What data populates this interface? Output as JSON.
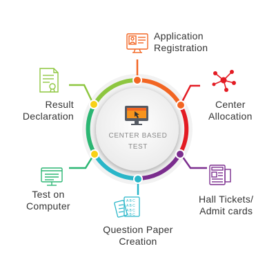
{
  "center": {
    "title_line1": "CENTER BASED",
    "title_line2": "TEST",
    "icon": "monitor-cursor-icon"
  },
  "steps": [
    {
      "id": "application",
      "line1": "Application",
      "line2": "Registration",
      "icon": "registration-form-icon",
      "color": "#f26522"
    },
    {
      "id": "allocation",
      "line1": "Center",
      "line2": "Allocation",
      "icon": "network-nodes-icon",
      "color": "#e31b23"
    },
    {
      "id": "hall-tickets",
      "line1": "Hall Tickets/",
      "line2": "Admit cards",
      "icon": "admit-card-icon",
      "color": "#7b2d8e"
    },
    {
      "id": "question-paper",
      "line1": "Question Paper",
      "line2": "Creation",
      "icon": "question-sheet-icon",
      "color": "#29b6c9"
    },
    {
      "id": "test-computer",
      "line1": "Test on",
      "line2": "Computer",
      "icon": "computer-screen-icon",
      "color": "#2bb673"
    },
    {
      "id": "result",
      "line1": "Result",
      "line2": "Declaration",
      "icon": "certificate-icon",
      "color": "#8dc63f"
    }
  ],
  "colors": {
    "ring_orange": "#f26522",
    "ring_red": "#e31b23",
    "ring_purple": "#7b2d8e",
    "ring_cyan": "#29b6c9",
    "ring_green": "#2bb673",
    "ring_lime": "#8dc63f",
    "ring_yellow": "#f7d117",
    "label_text": "#333333",
    "center_text": "#8a8a8a"
  }
}
